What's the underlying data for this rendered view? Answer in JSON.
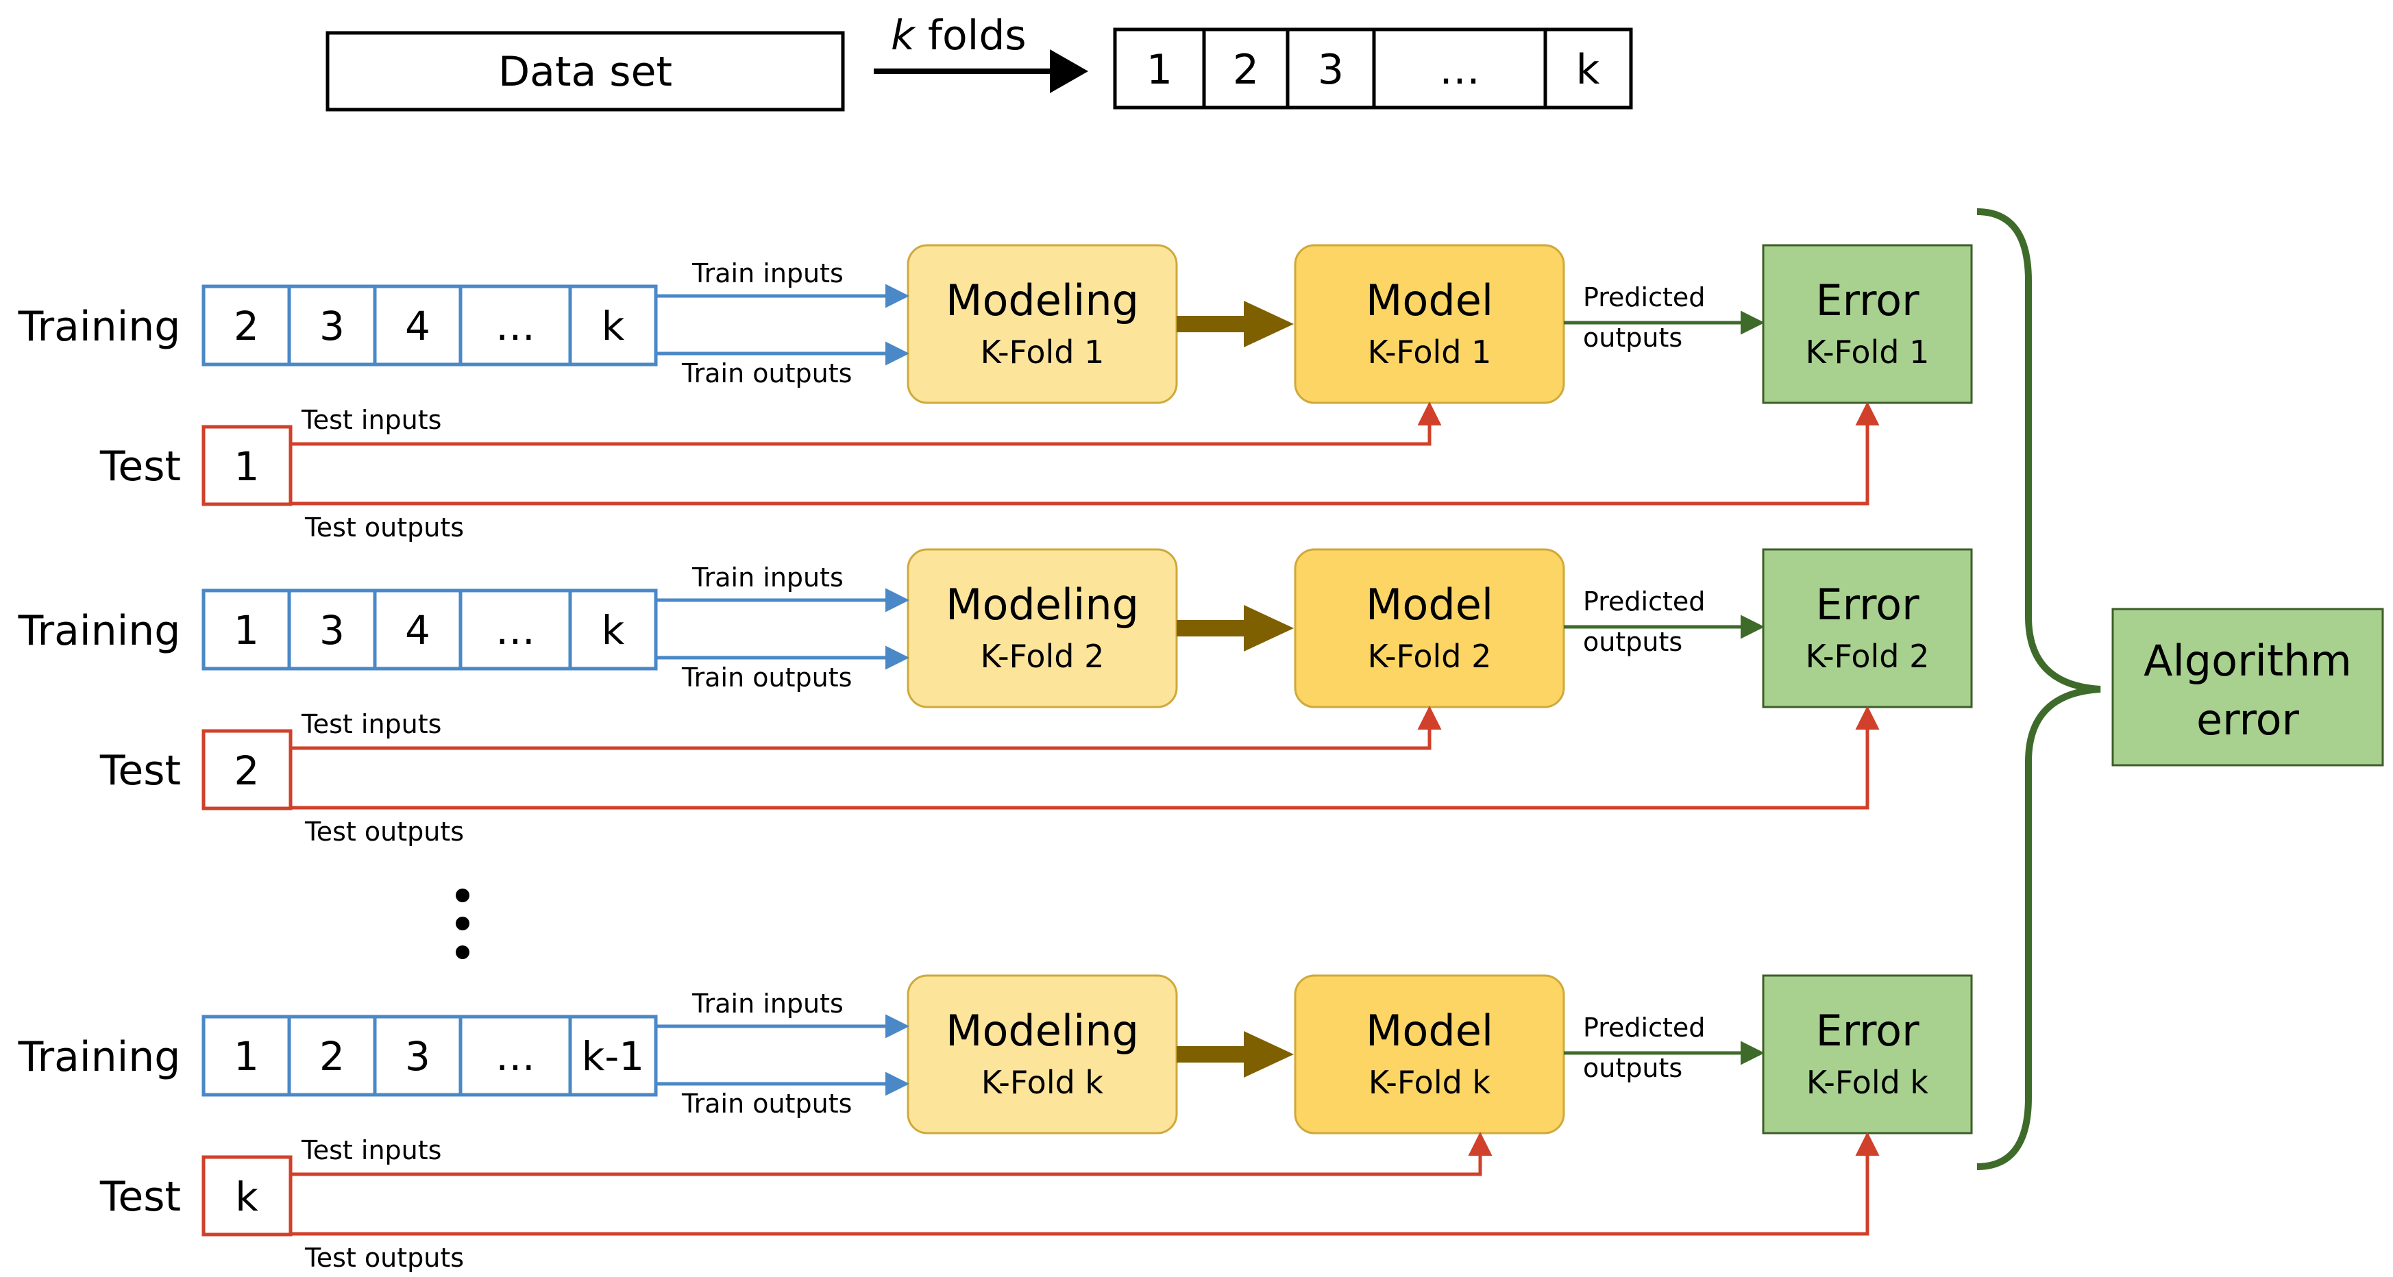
{
  "header": {
    "dataset_label": "Data set",
    "k_symbol": "k",
    "folds_word": "folds",
    "fold_cells": [
      "1",
      "2",
      "3",
      "…",
      "k"
    ]
  },
  "colors": {
    "train_blue": "#4a88c7",
    "test_red": "#d0402a",
    "modeling_fill": "#fde49b",
    "modeling_stroke": "#cfa93a",
    "model_fill": "#fdd565",
    "model_stroke": "#cfa93a",
    "error_fill": "#a8d18f",
    "error_stroke": "#3e5e29",
    "green_arrow": "#3e6b2a",
    "thick_arrow": "#7f6000"
  },
  "folds": [
    {
      "training_label": "Training",
      "test_label": "Test",
      "training_cells": [
        "2",
        "3",
        "4",
        "…",
        "k"
      ],
      "test_cell": "1",
      "train_inputs": "Train inputs",
      "train_outputs": "Train outputs",
      "test_inputs": "Test inputs",
      "test_outputs": "Test outputs",
      "modeling_title": "Modeling",
      "modeling_sub": "K-Fold 1",
      "model_title": "Model",
      "model_sub": "K-Fold 1",
      "predicted_line1": "Predicted",
      "predicted_line2": "outputs",
      "error_title": "Error",
      "error_sub": "K-Fold 1"
    },
    {
      "training_label": "Training",
      "test_label": "Test",
      "training_cells": [
        "1",
        "3",
        "4",
        "…",
        "k"
      ],
      "test_cell": "2",
      "train_inputs": "Train inputs",
      "train_outputs": "Train outputs",
      "test_inputs": "Test inputs",
      "test_outputs": "Test outputs",
      "modeling_title": "Modeling",
      "modeling_sub": "K-Fold 2",
      "model_title": "Model",
      "model_sub": "K-Fold 2",
      "predicted_line1": "Predicted",
      "predicted_line2": "outputs",
      "error_title": "Error",
      "error_sub": "K-Fold 2"
    },
    {
      "training_label": "Training",
      "test_label": "Test",
      "training_cells": [
        "1",
        "2",
        "3",
        "…",
        "k-1"
      ],
      "test_cell": "k",
      "train_inputs": "Train inputs",
      "train_outputs": "Train outputs",
      "test_inputs": "Test inputs",
      "test_outputs": "Test outputs",
      "modeling_title": "Modeling",
      "modeling_sub": "K-Fold k",
      "model_title": "Model",
      "model_sub": "K-Fold k",
      "predicted_line1": "Predicted",
      "predicted_line2": "outputs",
      "error_title": "Error",
      "error_sub": "K-Fold k"
    }
  ],
  "algorithm_error": {
    "line1": "Algorithm",
    "line2": "error"
  }
}
